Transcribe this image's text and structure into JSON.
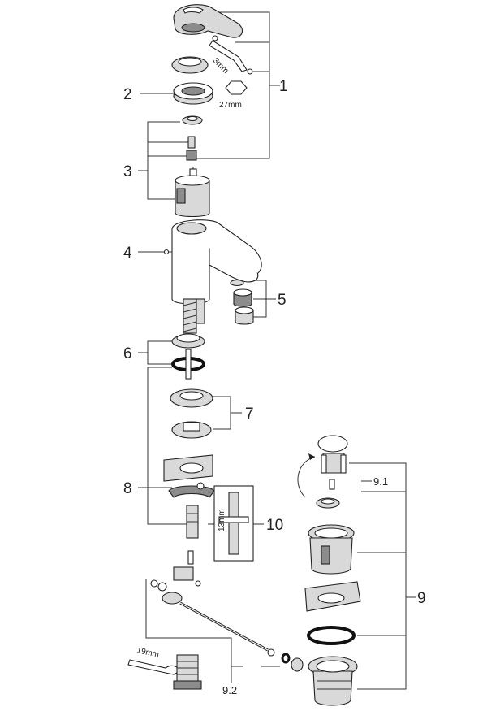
{
  "callouts": {
    "c1": "1",
    "c2": "2",
    "c3": "3",
    "c4": "4",
    "c5": "5",
    "c6": "6",
    "c7": "7",
    "c8": "8",
    "c9": "9",
    "c10": "10",
    "c9_1": "9.1",
    "c9_2": "9.2"
  },
  "dimensions": {
    "allen_key": "3mm",
    "hex_nut": "27mm",
    "spanner_stem": "13mm",
    "spanner_hose": "19mm"
  }
}
